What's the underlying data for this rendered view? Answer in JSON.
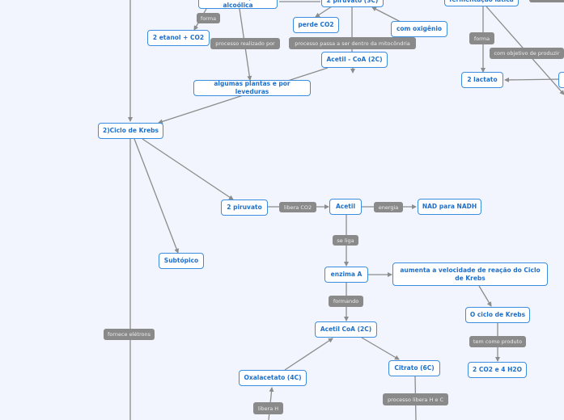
{
  "nodes": {
    "fermentacao_alcoolica": "fermentação alcoólica",
    "piruvato_3c": "2 piruvato (3C)",
    "fermentacao_latica": "fermentação lática",
    "etanol_co2": "2 etanol + CO2",
    "perde_co2": "perde CO2",
    "com_oxigenio": "com oxigênio",
    "acetil_coa_top": "Acetil - CoA (2C)",
    "algumas_plantas": "algumas plantas e por leveduras",
    "lactato": "2 lactato",
    "ciclo_krebs": "2)Ciclo de Krebs",
    "piruvato_2": "2 piruvato",
    "acetil": "Acetil",
    "nad_nadh": "NAD para NADH",
    "subtopico": "Subtópico",
    "enzima_a": "enzima A",
    "aumenta_velocidade": "aumenta a velocidade de reação do Ciclo de Krebs",
    "ciclo_krebs_2": "O ciclo de Krebs",
    "acetil_coa": "Acetil CoA (2C)",
    "co2_h2o": "2 CO2 e 4 H2O",
    "oxalacetato": "Oxalacetato (4C)",
    "citrato": "Citrato (6C)"
  },
  "labels": {
    "forma_1": "forma",
    "processo_realizado": "processo realizado por",
    "processo_mitocondria": "processo passa a ser dentro da mitocôndria",
    "forma_2": "forma",
    "objetivo_produzir": "com objetivo de produzir",
    "libera_co2": "libera CO2",
    "energia": "energia",
    "se_liga": "se liga",
    "formando": "formando",
    "tem_como_produto": "tem como produto",
    "fornece_eletrons": "fornece elétrons",
    "libera_h": "libera H",
    "libera_h_c": "processo libera H e C"
  },
  "colors": {
    "node_border": "#3b8de0",
    "node_text": "#1f6fc9",
    "label_bg": "#8a8a8a",
    "line": "#8c8c8c",
    "background": "#f2f5fd"
  }
}
